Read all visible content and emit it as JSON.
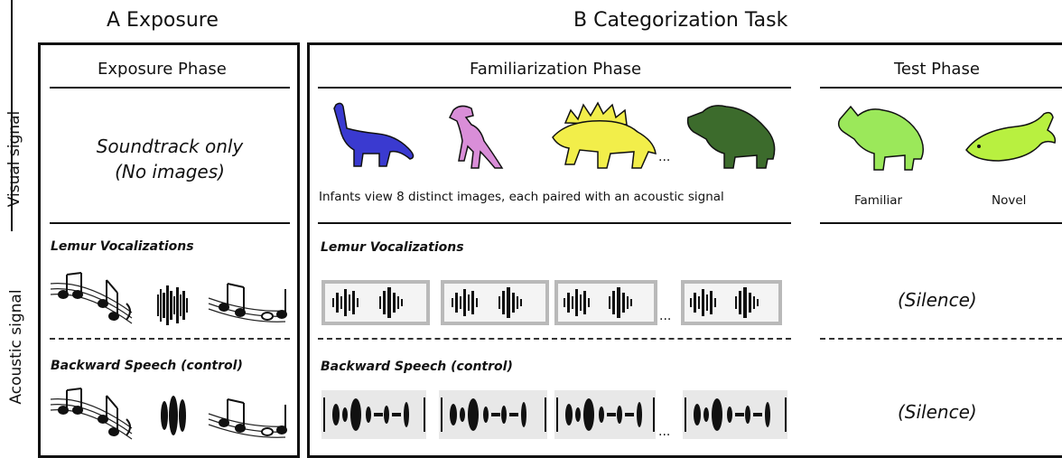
{
  "panel_a": {
    "title": "A Exposure",
    "phase": "Exposure Phase",
    "visual_text_line1": "Soundtrack only",
    "visual_text_line2": "(No images)",
    "lemur_label": "Lemur Vocalizations",
    "backward_label": "Backward Speech (control)"
  },
  "panel_b": {
    "title": "B Categorization Task",
    "familiarization": "Familiarization Phase",
    "test": "Test Phase",
    "caption": "Infants view 8 distinct images, each paired with an acoustic signal",
    "familiar_label": "Familiar",
    "novel_label": "Novel",
    "lemur_label": "Lemur Vocalizations",
    "backward_label": "Backward Speech (control)",
    "silence_1": "(Silence)",
    "silence_2": "(Silence)",
    "ellipsis_images": "...",
    "ellipsis_wave1": "...",
    "ellipsis_wave2": "..."
  },
  "row_labels": {
    "visual": "Visual signal",
    "acoustic": "Acoustic signal"
  },
  "colors": {
    "dino_blue": "#3a3ad0",
    "dino_pink": "#d98ed8",
    "dino_yellow": "#f2ee4a",
    "dino_darkgreen": "#3c6b2c",
    "dino_lightgreen": "#9be85a",
    "fish_green": "#b8f040"
  }
}
